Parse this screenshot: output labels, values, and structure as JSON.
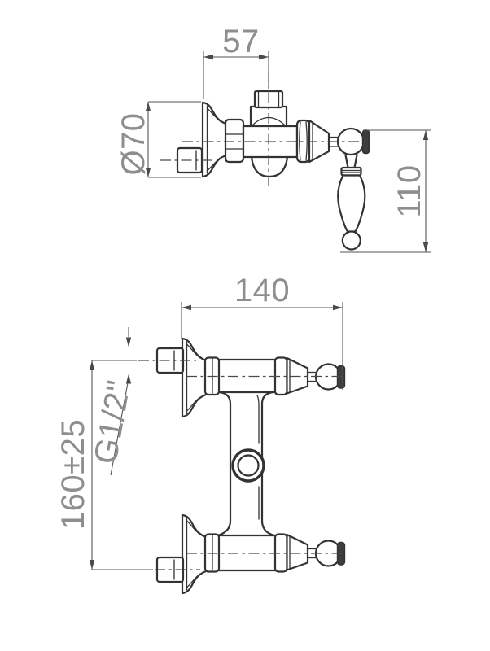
{
  "colors": {
    "background": "#ffffff",
    "object_lines": "#333333",
    "dimension_lines": "#565656",
    "dimension_text": "#8e8e8e"
  },
  "side_view": {
    "dim_top_width": "57",
    "dim_flange_diameter": "Ø70",
    "dim_handle_length": "110"
  },
  "front_view": {
    "dim_overall_width": "140",
    "dim_thread_size": "G1/2\"",
    "dim_mounting_distance": "160±25"
  }
}
